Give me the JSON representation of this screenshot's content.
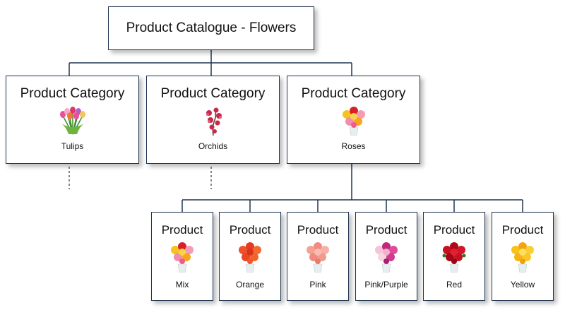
{
  "root": {
    "title": "Product Catalogue - Flowers"
  },
  "categories": [
    {
      "heading": "Product Category",
      "name": "Tulips",
      "icon": "tulip-bouquet-icon"
    },
    {
      "heading": "Product Category",
      "name": "Orchids",
      "icon": "orchid-branch-icon"
    },
    {
      "heading": "Product Category",
      "name": "Roses",
      "icon": "rose-bouquet-icon"
    }
  ],
  "products": [
    {
      "heading": "Product",
      "name": "Mix",
      "icon": "mixed-rose-bouquet-icon"
    },
    {
      "heading": "Product",
      "name": "Orange",
      "icon": "orange-rose-bouquet-icon"
    },
    {
      "heading": "Product",
      "name": "Pink",
      "icon": "pink-rose-bouquet-icon"
    },
    {
      "heading": "Product",
      "name": "Pink/Purple",
      "icon": "pink-purple-rose-bouquet-icon"
    },
    {
      "heading": "Product",
      "name": "Red",
      "icon": "red-rose-bouquet-icon"
    },
    {
      "heading": "Product",
      "name": "Yellow",
      "icon": "yellow-rose-bouquet-icon"
    }
  ],
  "colors": {
    "border": "#1f3550",
    "connector": "#1f3550"
  }
}
